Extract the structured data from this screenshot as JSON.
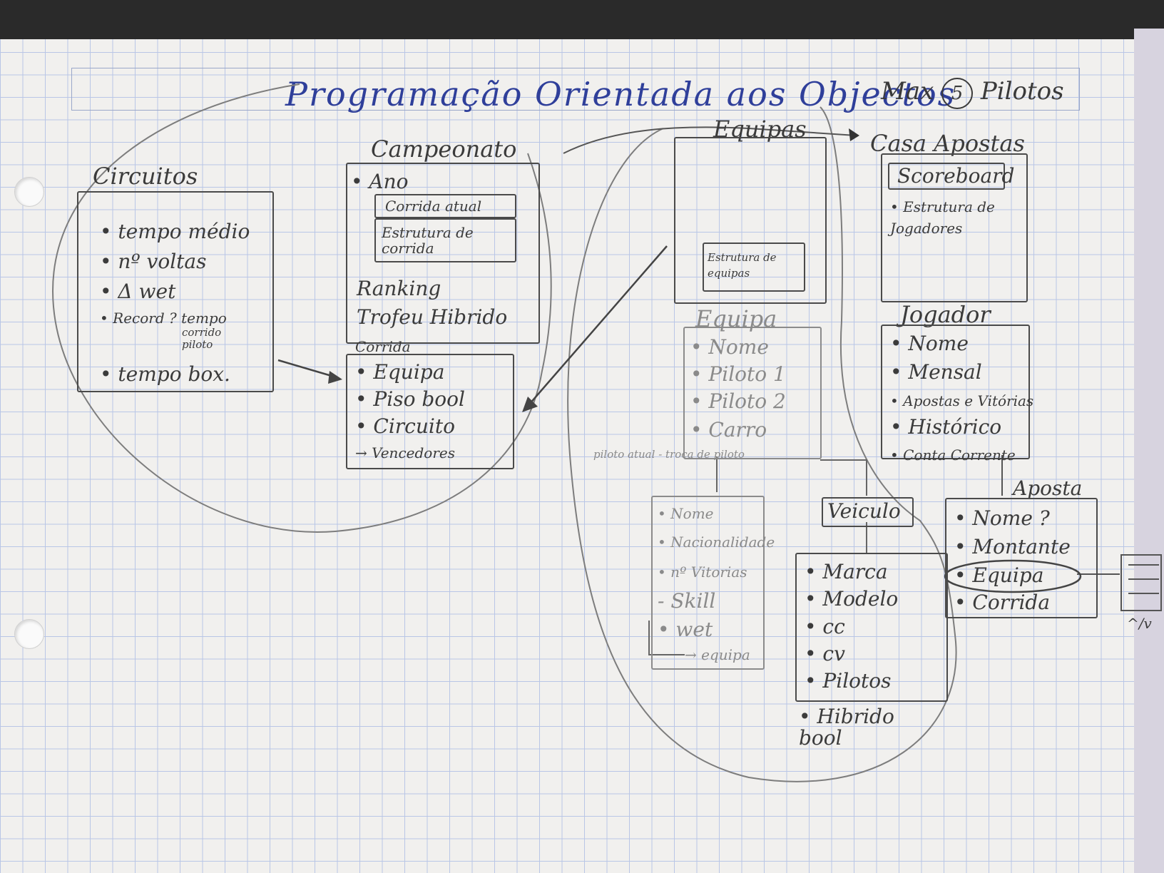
{
  "title": "Programação Orientada aos Objectos",
  "max_note": {
    "prefix": "Max",
    "number": "5",
    "suffix": "Pilotos"
  },
  "circuitos": {
    "header": "Circuitos",
    "attrs": [
      "• tempo médio",
      "• nº voltas",
      "• Δ wet",
      "• Record ? tempo",
      "• tempo box."
    ],
    "record_note": "corrido piloto"
  },
  "campeonato": {
    "header": "Campeonato",
    "ano": "• Ano",
    "corrida_atual": "Corrida atual",
    "estrutura_corrida": "Estrutura de corrida",
    "ranking": "Ranking",
    "trofeu": "Trofeu Hibrido"
  },
  "corrida": {
    "header": "Corrida",
    "attrs": [
      "• Equipa",
      "• Piso bool",
      "• Circuito",
      "→ Vencedores"
    ]
  },
  "equipas": {
    "header": "Equipas",
    "estrutura": "Estrutura de equipas"
  },
  "casa_apostas": {
    "header": "Casa Apostas",
    "scoreboard": "Scoreboard",
    "estrutura": "• Estrutura de Jogadores"
  },
  "equipa": {
    "header": "Equipa",
    "attrs": [
      "• Nome",
      "• Piloto 1",
      "• Piloto 2",
      "• Carro"
    ],
    "note": "piloto atual - troca de piloto"
  },
  "piloto": {
    "attrs": [
      "• Nome",
      "• Nacionalidade",
      "• nº Vitorias",
      "- Skill",
      "• wet"
    ],
    "link": "→ equipa"
  },
  "veiculo": {
    "header": "Veiculo",
    "attrs": [
      "• Marca",
      "• Modelo",
      "• cc",
      "• cv",
      "• Pilotos"
    ],
    "extra": "• Hibrido bool"
  },
  "jogador": {
    "header": "Jogador",
    "attrs": [
      "• Nome",
      "• Mensal",
      "• Apostas e Vitórias",
      "• Histórico",
      "• Conta Corrente"
    ]
  },
  "aposta": {
    "header": "Aposta",
    "attrs": [
      "• Nome ?",
      "• Montante",
      "• Equipa",
      "• Corrida"
    ]
  },
  "side_note": "^/v"
}
